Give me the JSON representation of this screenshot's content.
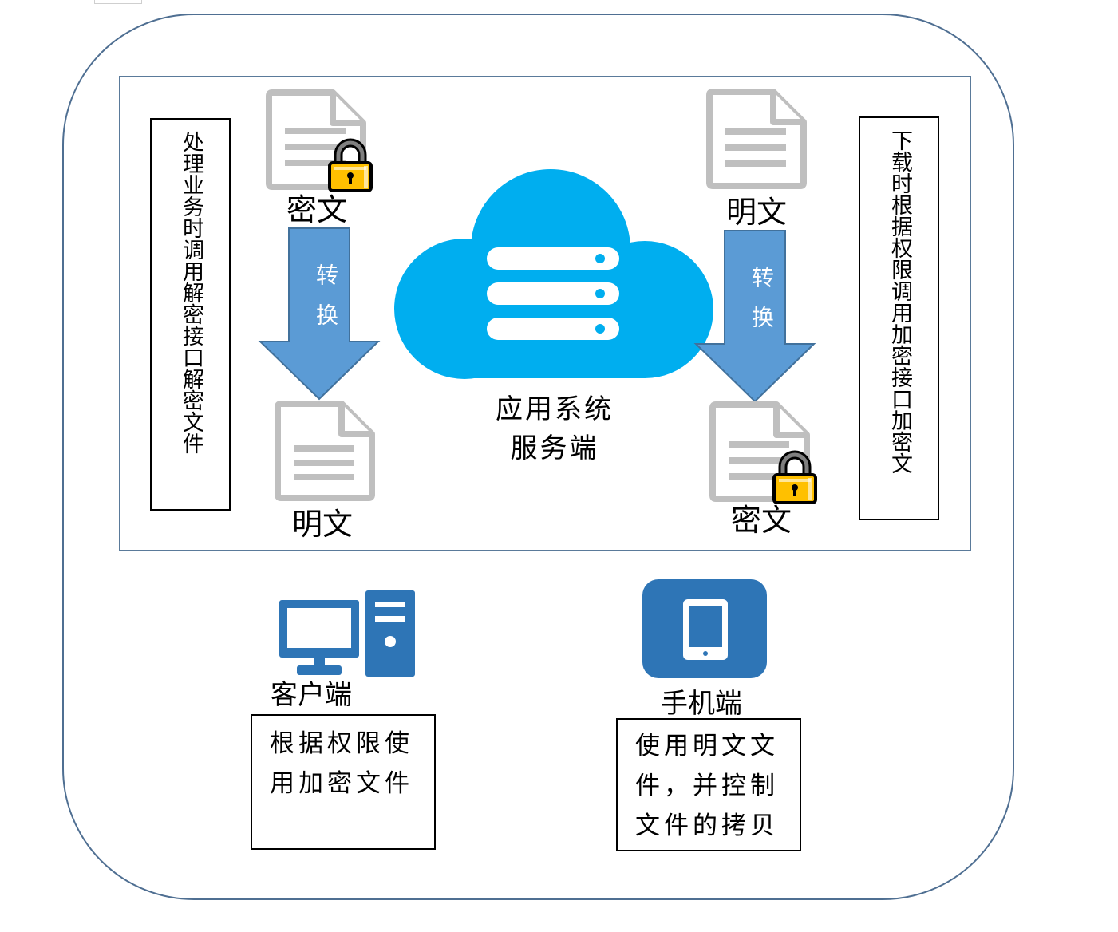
{
  "left_panel": {
    "description": "处理业务时调用解密接口解密文件"
  },
  "right_panel": {
    "description": "下载时根据权限调用加密接口加密文"
  },
  "left_flow": {
    "top_label": "密文",
    "arrow_label": "转换",
    "bottom_label": "明文"
  },
  "right_flow": {
    "top_label": "明文",
    "arrow_label": "转换",
    "bottom_label": "密文"
  },
  "server": {
    "label_line1": "应用系统",
    "label_line2": "服务端"
  },
  "client": {
    "label": "客户端",
    "note_line1": "根据权限使",
    "note_line2": "用加密文件"
  },
  "mobile": {
    "label": "手机端",
    "note_line1": "使用明文文",
    "note_line2": "件，并控制",
    "note_line3": "文件的拷贝"
  },
  "icons": {
    "document": "document-icon",
    "lock": "padlock-icon",
    "cloud": "cloud-server-icon",
    "desktop": "desktop-computer-icon",
    "tablet": "tablet-icon"
  },
  "colors": {
    "outer_border": "#4f6f92",
    "arrow_fill": "#5b9bd5",
    "arrow_stroke": "#41719c",
    "cloud": "#00aeef",
    "device_blue": "#2e75b6",
    "document_gray": "#bfbfbf",
    "lock_gold": "#ffc000"
  }
}
